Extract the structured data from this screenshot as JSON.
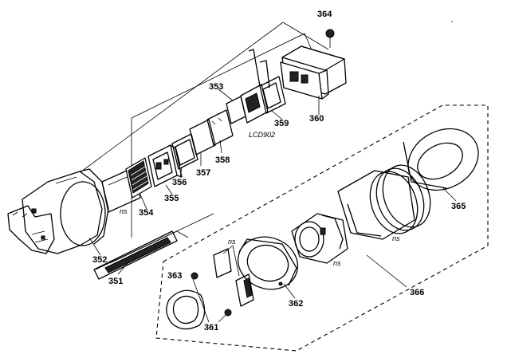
{
  "labels": {
    "p351": "351",
    "p352": "352",
    "p353": "353",
    "p354": "354",
    "p355": "355",
    "p356": "356",
    "p357": "357",
    "p358": "358",
    "p359": "359",
    "p360": "360",
    "p361": "361",
    "p362": "362",
    "p363": "363",
    "p364": "364",
    "p365": "365",
    "p366": "366",
    "lcd": "LCD902",
    "ns1": "ns",
    "ns2": "ns",
    "ns3": "ns",
    "ns4": "ns"
  }
}
